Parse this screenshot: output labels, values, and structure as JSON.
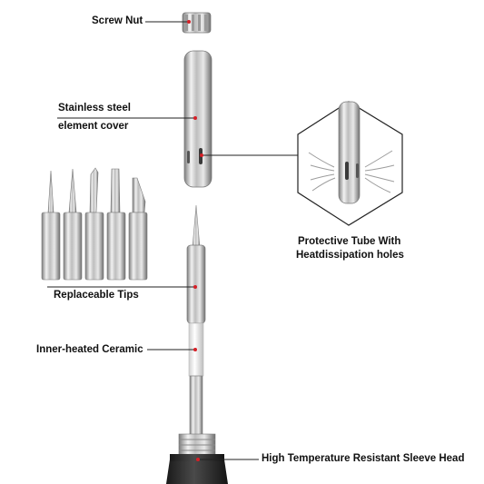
{
  "labels": {
    "screw_nut": "Screw Nut",
    "stainless_line1": "Stainless steel",
    "stainless_line2": "element cover",
    "protective_line1": "Protective Tube With",
    "protective_line2": "Heatdissipation holes",
    "replaceable_tips": "Replaceable Tips",
    "inner_ceramic": "Inner-heated Ceramic",
    "sleeve_head": "High Temperature Resistant Sleeve Head"
  },
  "colors": {
    "marker": "#d61f26",
    "leader_line": "#222222",
    "steel_dark": "#8a8a8a",
    "steel_light": "#f4f4f4",
    "handle": "#2b2b2b"
  }
}
